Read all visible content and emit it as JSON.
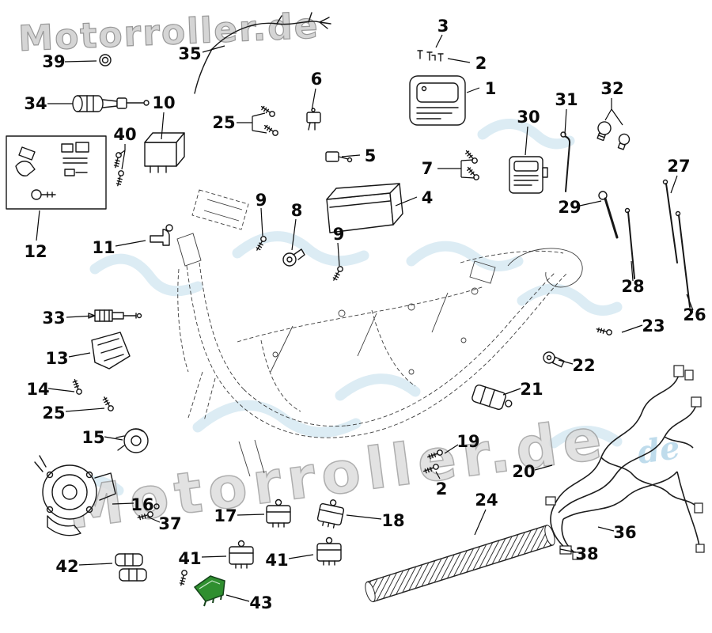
{
  "brand": {
    "watermark_top": "Motorroller.de",
    "watermark_diagonal": "Motorroller.de",
    "watermark_de_blue": "de",
    "accent_blue": "#b9d9ea",
    "highlight_green": "#2f8f2f",
    "watermark_gray": "#bdbdbd",
    "line_color": "#161616"
  },
  "callouts": {
    "c1": "1",
    "c2a": "2",
    "c2b": "2",
    "c3": "3",
    "c4": "4",
    "c5": "5",
    "c6": "6",
    "c7": "7",
    "c8": "8",
    "c9a": "9",
    "c9b": "9",
    "c10": "10",
    "c11": "11",
    "c12": "12",
    "c13": "13",
    "c14": "14",
    "c15": "15",
    "c16": "16",
    "c17": "17",
    "c18": "18",
    "c19": "19",
    "c20": "20",
    "c21": "21",
    "c22": "22",
    "c23": "23",
    "c24": "24",
    "c25a": "25",
    "c25b": "25",
    "c26": "26",
    "c27": "27",
    "c28": "28",
    "c29": "29",
    "c30": "30",
    "c31": "31",
    "c32": "32",
    "c33": "33",
    "c34": "34",
    "c35": "35",
    "c36": "36",
    "c37": "37",
    "c38": "38",
    "c39": "39",
    "c40": "40",
    "c41a": "41",
    "c41b": "41",
    "c42": "42",
    "c43": "43"
  }
}
